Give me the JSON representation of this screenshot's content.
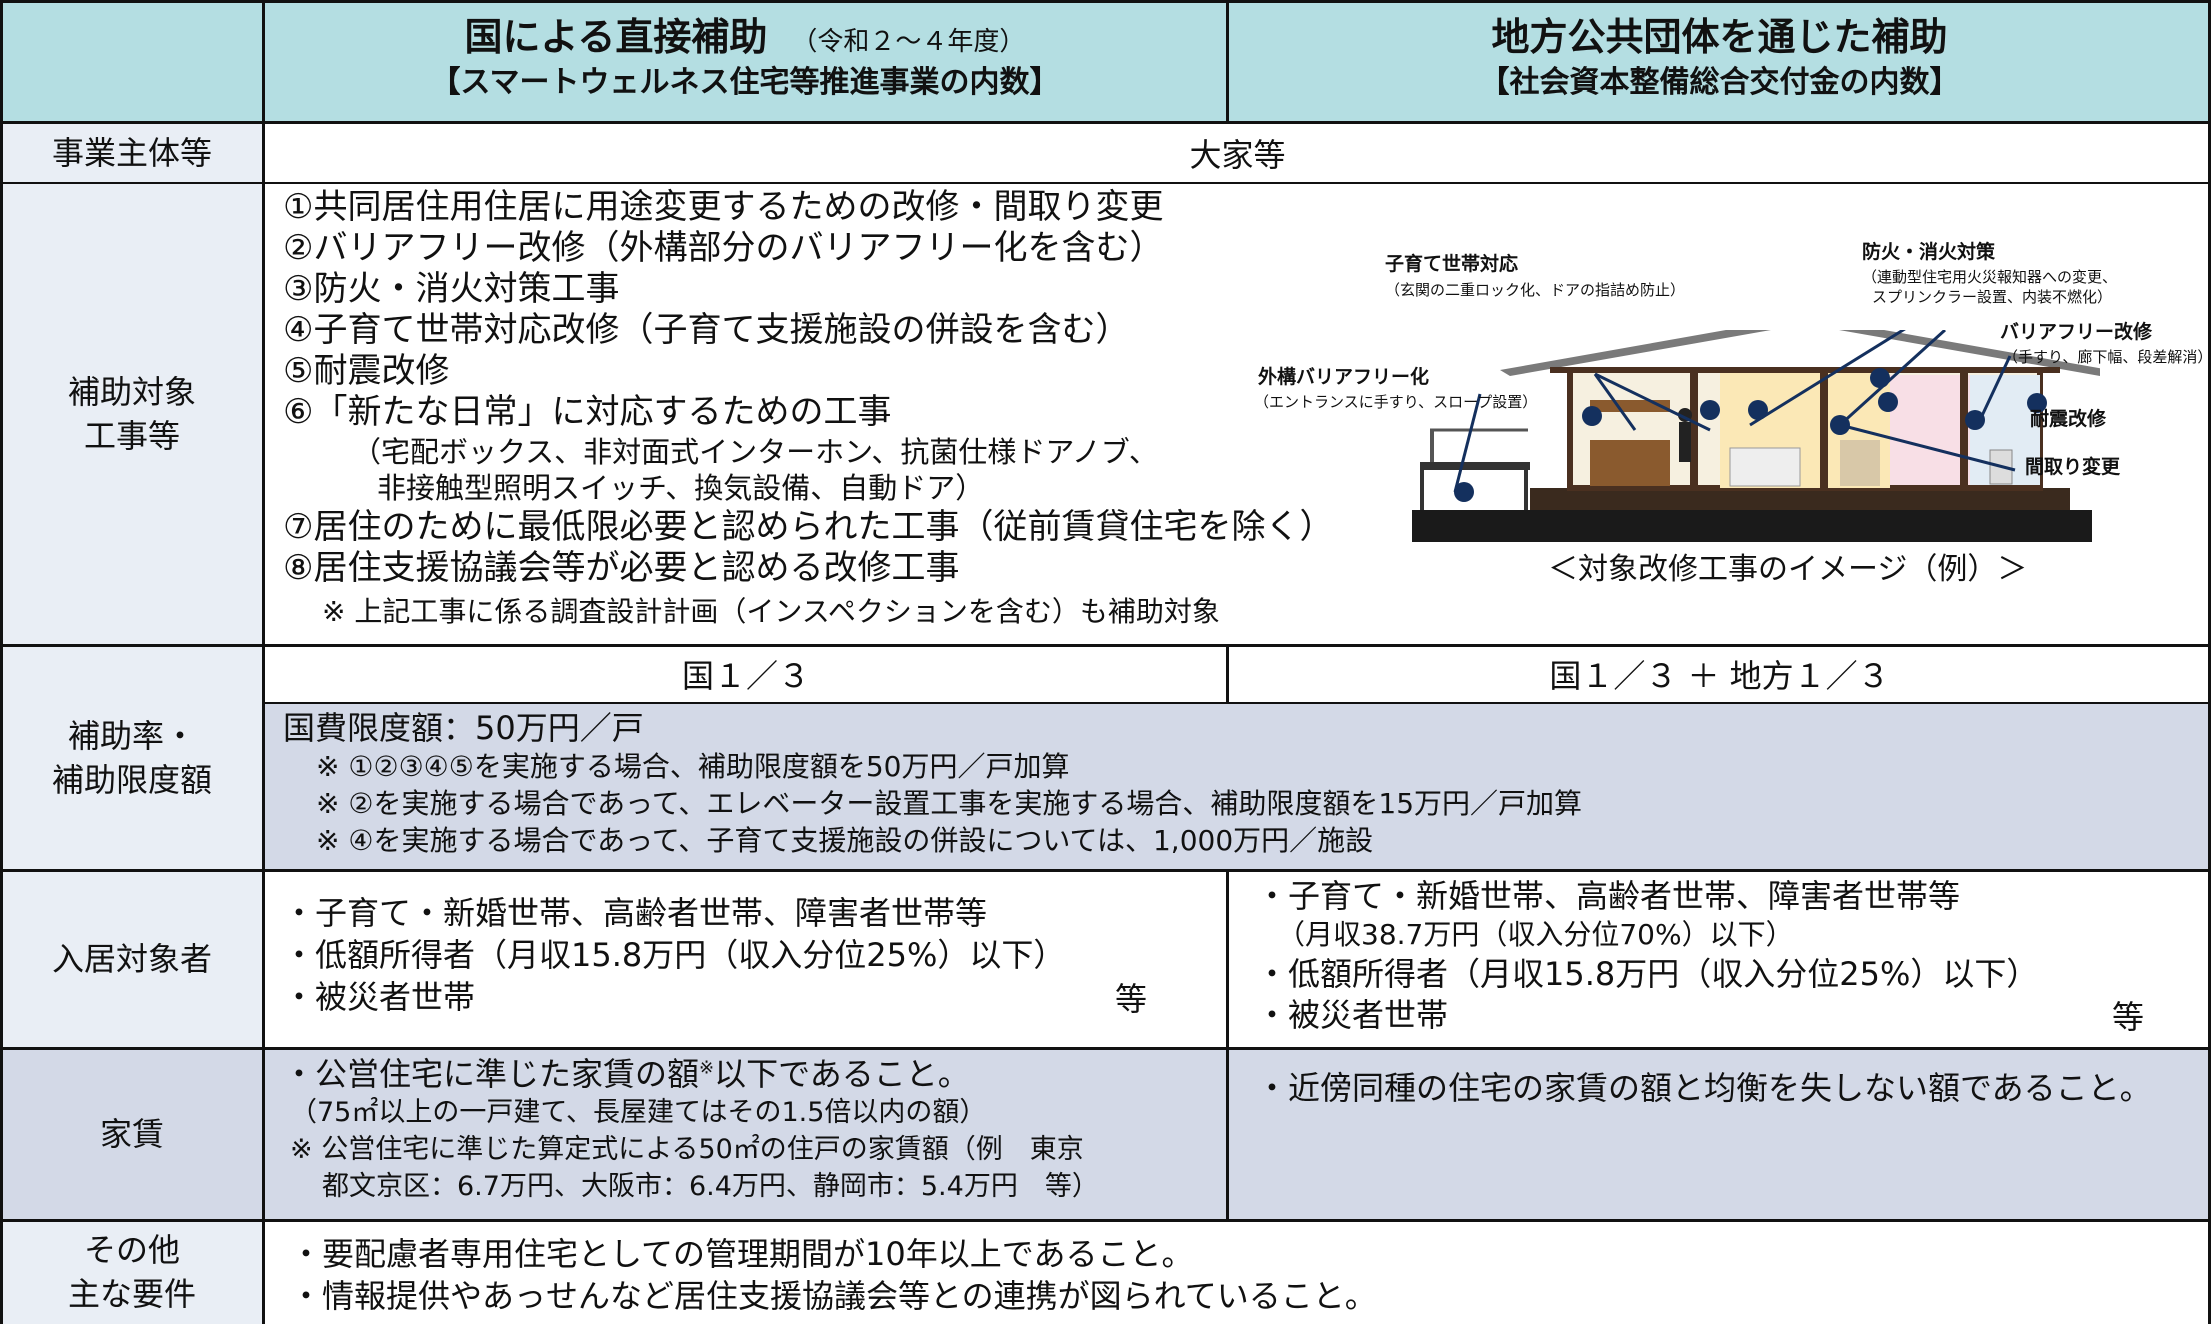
{
  "header": {
    "col1_title": "国による直接補助",
    "col1_period": "（令和２～４年度）",
    "col1_sub": "【スマートウェルネス住宅等推進事業の内数】",
    "col2_title": "地方公共団体を通じた補助",
    "col2_sub": "【社会資本整備総合交付金の内数】"
  },
  "row_operator": {
    "label": "事業主体等",
    "value": "大家等"
  },
  "row_works": {
    "label_line1": "補助対象",
    "label_line2": "工事等",
    "items": [
      "①共同居住用住居に用途変更するための改修・間取り変更",
      "②バリアフリー改修（外構部分のバリアフリー化を含む）",
      "③防火・消火対策工事",
      "④子育て世帯対応改修（子育て支援施設の併設を含む）",
      "⑤耐震改修",
      "⑥「新たな日常」に対応するための工事",
      "（宅配ボックス、非対面式インターホン、抗菌仕様ドアノブ、",
      "非接触型照明スイッチ、換気設備、自動ドア）",
      "⑦居住のために最低限必要と認められた工事（従前賃貸住宅を除く）",
      "⑧居住支援協議会等が必要と認める改修工事"
    ],
    "note": "※ 上記工事に係る調査設計計画（インスペクションを含む）も補助対象",
    "image": {
      "caption": "＜対象改修工事のイメージ（例）＞",
      "ann_child_title": "子育て世帯対応",
      "ann_child_sub": "（玄関の二重ロック化、ドアの指詰め防止）",
      "ann_fire_title": "防火・消火対策",
      "ann_fire_sub1": "（連動型住宅用火災報知器への変更、",
      "ann_fire_sub2": "スプリンクラー設置、内装不燃化）",
      "ann_bf_title": "バリアフリー改修",
      "ann_bf_sub": "（手すり、廊下幅、段差解消）",
      "ann_ext_title": "外構バリアフリー化",
      "ann_ext_sub": "（エントランスに手すり、スロープ設置）",
      "ann_quake": "耐震改修",
      "ann_layout": "間取り変更"
    }
  },
  "row_rate": {
    "label_line1": "補助率・",
    "label_line2": "補助限度額",
    "col1": "国１／３",
    "col2": "国１／３ ＋ 地方１／３",
    "limit": "国費限度額：50万円／戸",
    "notes": [
      "※ ①②③④⑤を実施する場合、補助限度額を50万円／戸加算",
      "※ ②を実施する場合であって、エレベーター設置工事を実施する場合、補助限度額を15万円／戸加算",
      "※ ④を実施する場合であって、子育て支援施設の併設については、1,000万円／施設"
    ]
  },
  "row_tenants": {
    "label": "入居対象者",
    "col1": [
      "・子育て・新婚世帯、高齢者世帯、障害者世帯等",
      "・低額所得者（月収15.8万円（収入分位25%）以下）",
      "・被災者世帯"
    ],
    "col1_etc": "等",
    "col2": [
      "・子育て・新婚世帯、高齢者世帯、障害者世帯等",
      "（月収38.7万円（収入分位70%）以下）",
      "・低額所得者（月収15.8万円（収入分位25%）以下）",
      "・被災者世帯"
    ],
    "col2_etc": "等"
  },
  "row_rent": {
    "label": "家賃",
    "col1_line1": "・公営住宅に準じた家賃の額",
    "col1_line1_mark": "※",
    "col1_line1_tail": "以下であること。",
    "col1_lines": [
      "（75㎡以上の一戸建て、長屋建てはその1.5倍以内の額）",
      "※ 公営住宅に準じた算定式による50㎡の住戸の家賃額（例　東京",
      "都文京区：6.7万円、大阪市：6.4万円、静岡市：5.4万円　等）"
    ],
    "col2": "・近傍同種の住宅の家賃の額と均衡を失しない額であること。"
  },
  "row_other": {
    "label_line1": "その他",
    "label_line2": "主な要件",
    "lines": [
      "・要配慮者専用住宅としての管理期間が10年以上であること。",
      "・情報提供やあっせんなど居住支援協議会等との連携が図られていること。"
    ]
  }
}
